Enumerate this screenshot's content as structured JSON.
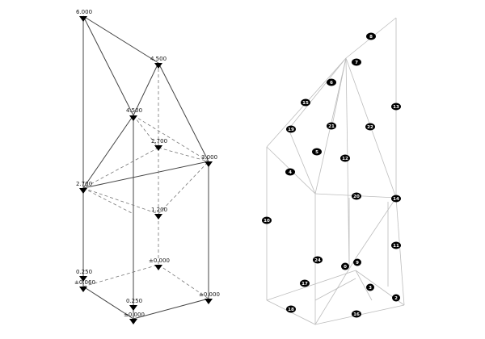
{
  "left_diagram": {
    "levels": [
      "6.000",
      "4.500",
      "4.500",
      "2.700",
      "3.000",
      "2.700",
      "1.200",
      "±0.000",
      "0.250",
      "±0.060",
      "0.250",
      "±0.000",
      "±0.000"
    ]
  },
  "right_diagram": {
    "node_numbers": [
      "8",
      "7",
      "6",
      "13",
      "15",
      "19",
      "21",
      "22",
      "5",
      "12",
      "4",
      "20",
      "14",
      "10",
      "11",
      "24",
      "0",
      "9",
      "17",
      "3",
      "2",
      "18",
      "16"
    ]
  }
}
